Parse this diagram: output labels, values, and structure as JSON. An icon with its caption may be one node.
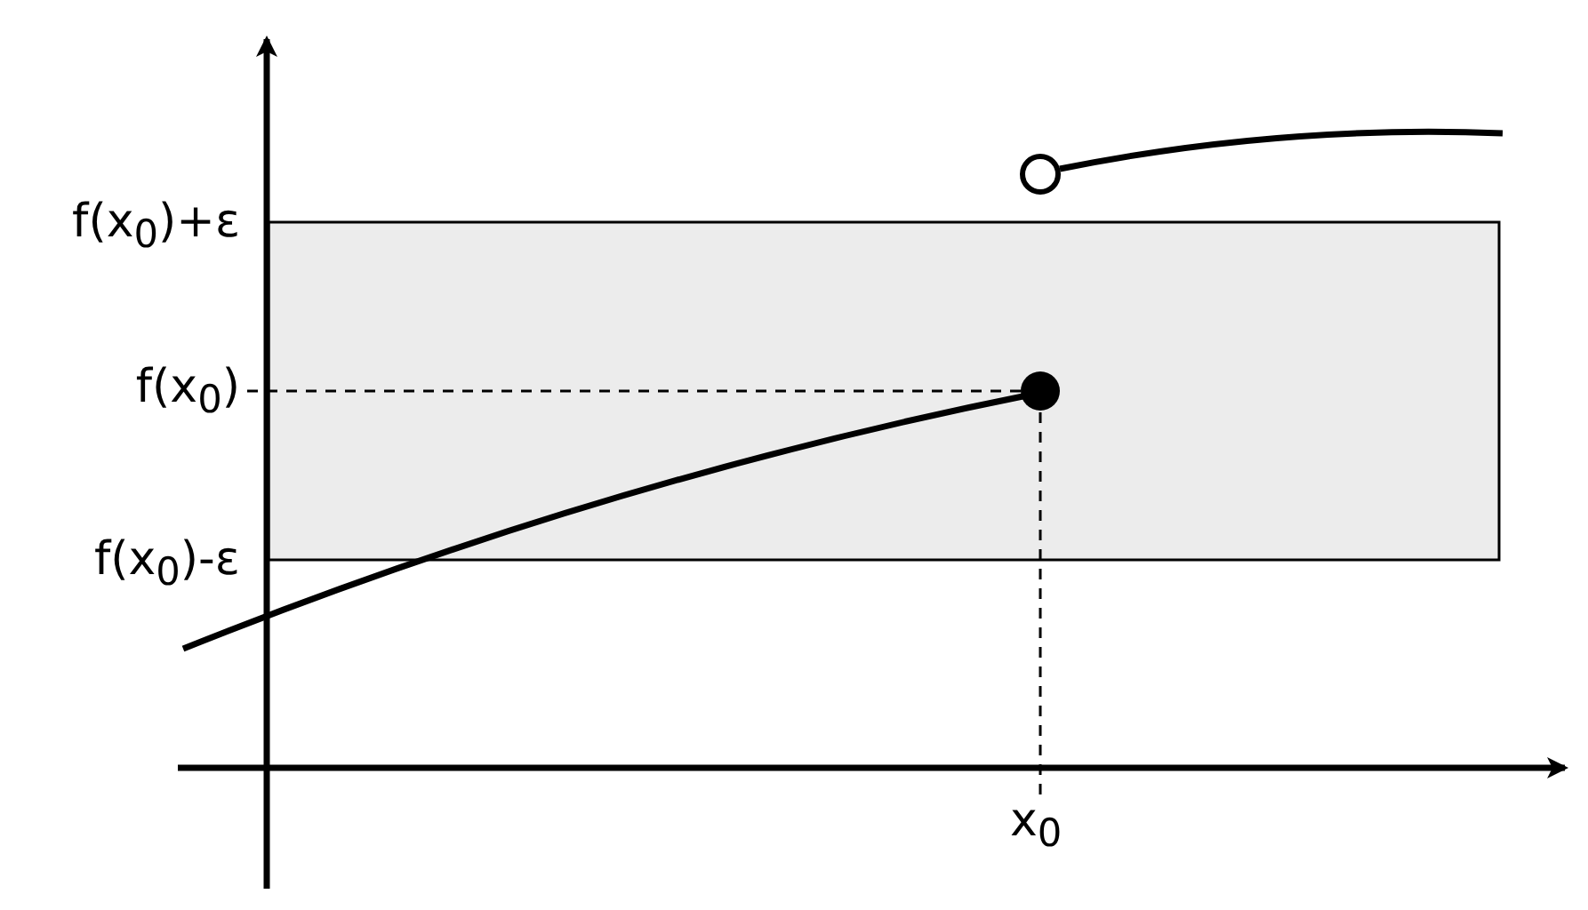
{
  "diagram": {
    "nodes": [
      {
        "text": [
          "f(x$_{0}$)"
        ]
      },
      {
        "text": [],
        "shape": "circle"
      },
      {
        "text": [
          "x$_{0}$"
        ]
      }
    ],
    "edges": [
      {
        "from": 0,
        "to": 1,
        "arrow": "none",
        "style": "dashed"
      },
      {
        "from": 2,
        "to": 1,
        "arrow": "none",
        "style": "dashed"
      }
    ],
    "labels": [
      "f(x$_{0}$)+ε",
      "f(x$_{0}$)-ε"
    ]
  }
}
